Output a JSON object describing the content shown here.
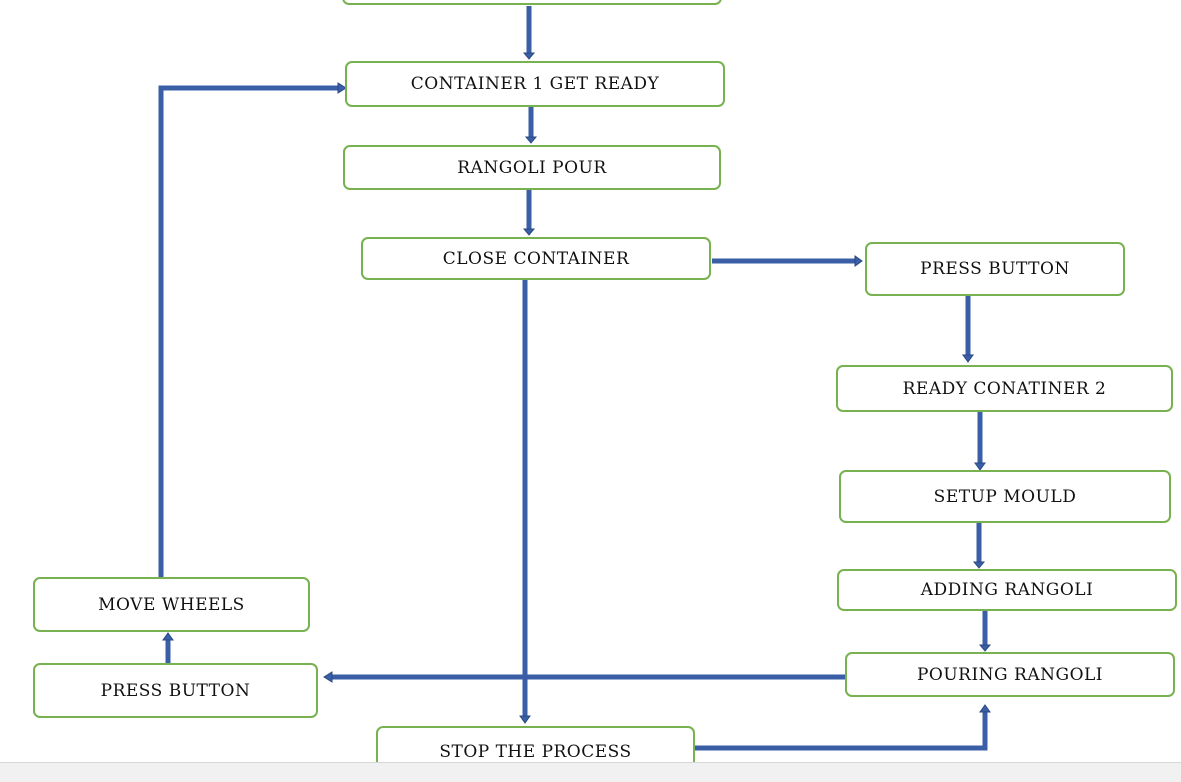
{
  "diagram": {
    "colors": {
      "box_border": "#77b150",
      "arrow": "#3a5fa6",
      "arrow_outline": "#2a4a85",
      "status_bar": "#f1f1f1"
    },
    "nodes": {
      "top_box": "",
      "container1": "CONTAINER 1 GET READY",
      "rangoli_pour": "RANGOLI POUR",
      "close_container": "CLOSE CONTAINER",
      "press_button_right": "PRESS BUTTON",
      "ready_container2": "READY CONATINER 2",
      "setup_mould": "SETUP MOULD",
      "adding_rangoli": "ADDING RANGOLI",
      "pouring_rangoli": "POURING RANGOLI",
      "stop_process": "STOP THE PROCESS",
      "move_wheels": "MOVE WHEELS",
      "press_button_left": "PRESS BUTTON"
    }
  }
}
